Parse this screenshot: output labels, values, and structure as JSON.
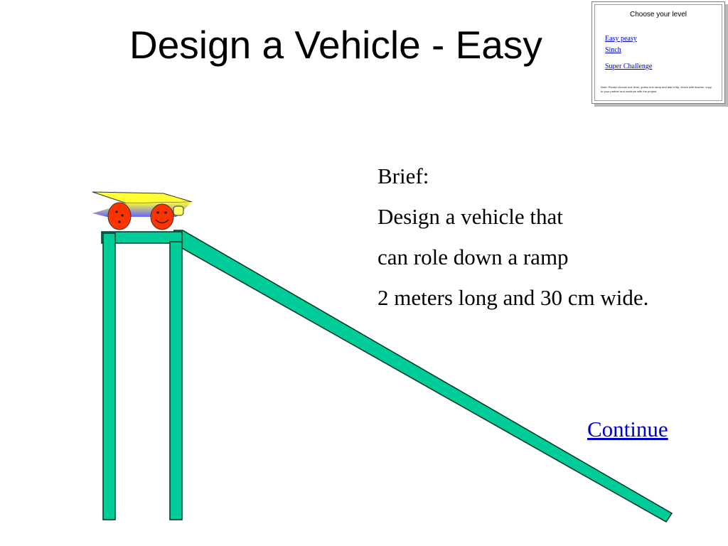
{
  "slide": {
    "title": "Design a Vehicle - Easy"
  },
  "thumbnail": {
    "title": "Choose your level",
    "links": [
      "Easy peasy",
      "Sinch",
      "Super Challenge"
    ],
    "note": "Note: Please choose one level, guess one ramp and add a flip, check with teacher, copy to your partner and continue with the project."
  },
  "brief": {
    "heading": "Brief:",
    "lines": [
      "Design a vehicle that",
      "can role down a ramp",
      "2 meters long and 30 cm wide."
    ]
  },
  "nav": {
    "continue_label": "Continue"
  },
  "colors": {
    "ramp": "#00cc99",
    "wheel": "#ff3300",
    "car_body_top": "#ffff33",
    "car_body_fade": "#6666ff",
    "link": "#0000cc"
  },
  "icons": [
    "vehicle-icon",
    "wheel-face-icon"
  ]
}
